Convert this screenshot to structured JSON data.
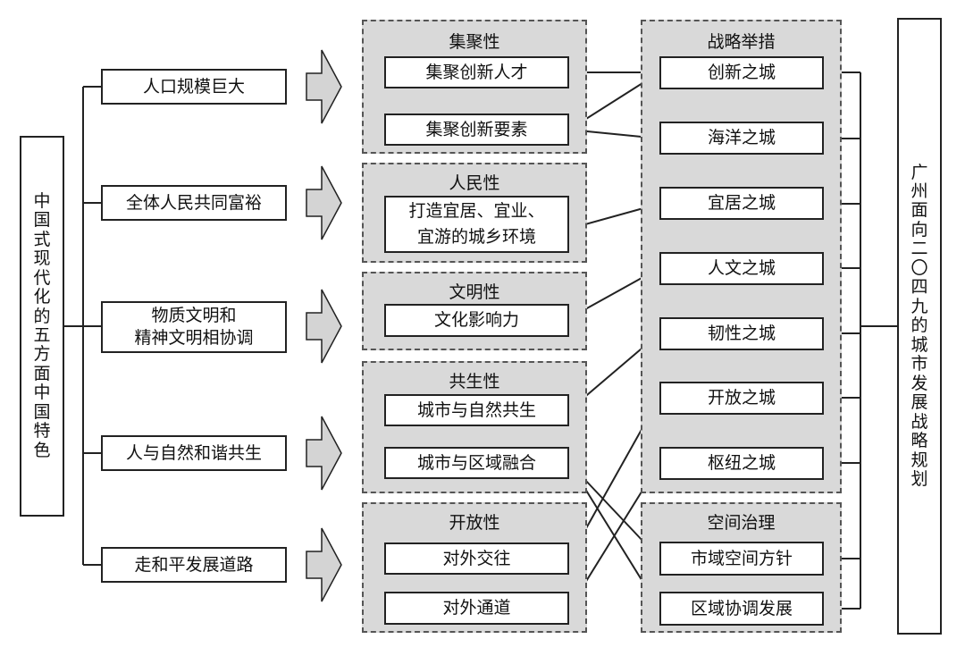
{
  "left_title": "中国式现代化的五方面中国特色",
  "right_title": "广州面向二〇四九的城市发展战略规划",
  "features": [
    "人口规模巨大",
    "全体人民共同富裕",
    "物质文明和\n精神文明相协调",
    "人与自然和谐共生",
    "走和平发展道路"
  ],
  "groups": [
    {
      "title": "集聚性",
      "items": [
        "集聚创新人才",
        "集聚创新要素"
      ]
    },
    {
      "title": "人民性",
      "items": [
        "打造宜居、宜业、\n宜游的城乡环境"
      ]
    },
    {
      "title": "文明性",
      "items": [
        "文化影响力"
      ]
    },
    {
      "title": "共生性",
      "items": [
        "城市与自然共生",
        "城市与区域融合"
      ]
    },
    {
      "title": "开放性",
      "items": [
        "对外交往",
        "对外通道"
      ]
    }
  ],
  "strategy": {
    "title": "战略举措",
    "items": [
      "创新之城",
      "海洋之城",
      "宜居之城",
      "人文之城",
      "韧性之城",
      "开放之城",
      "枢纽之城"
    ]
  },
  "spatial": {
    "title": "空间治理",
    "items": [
      "市域空间方针",
      "区域协调发展"
    ]
  }
}
